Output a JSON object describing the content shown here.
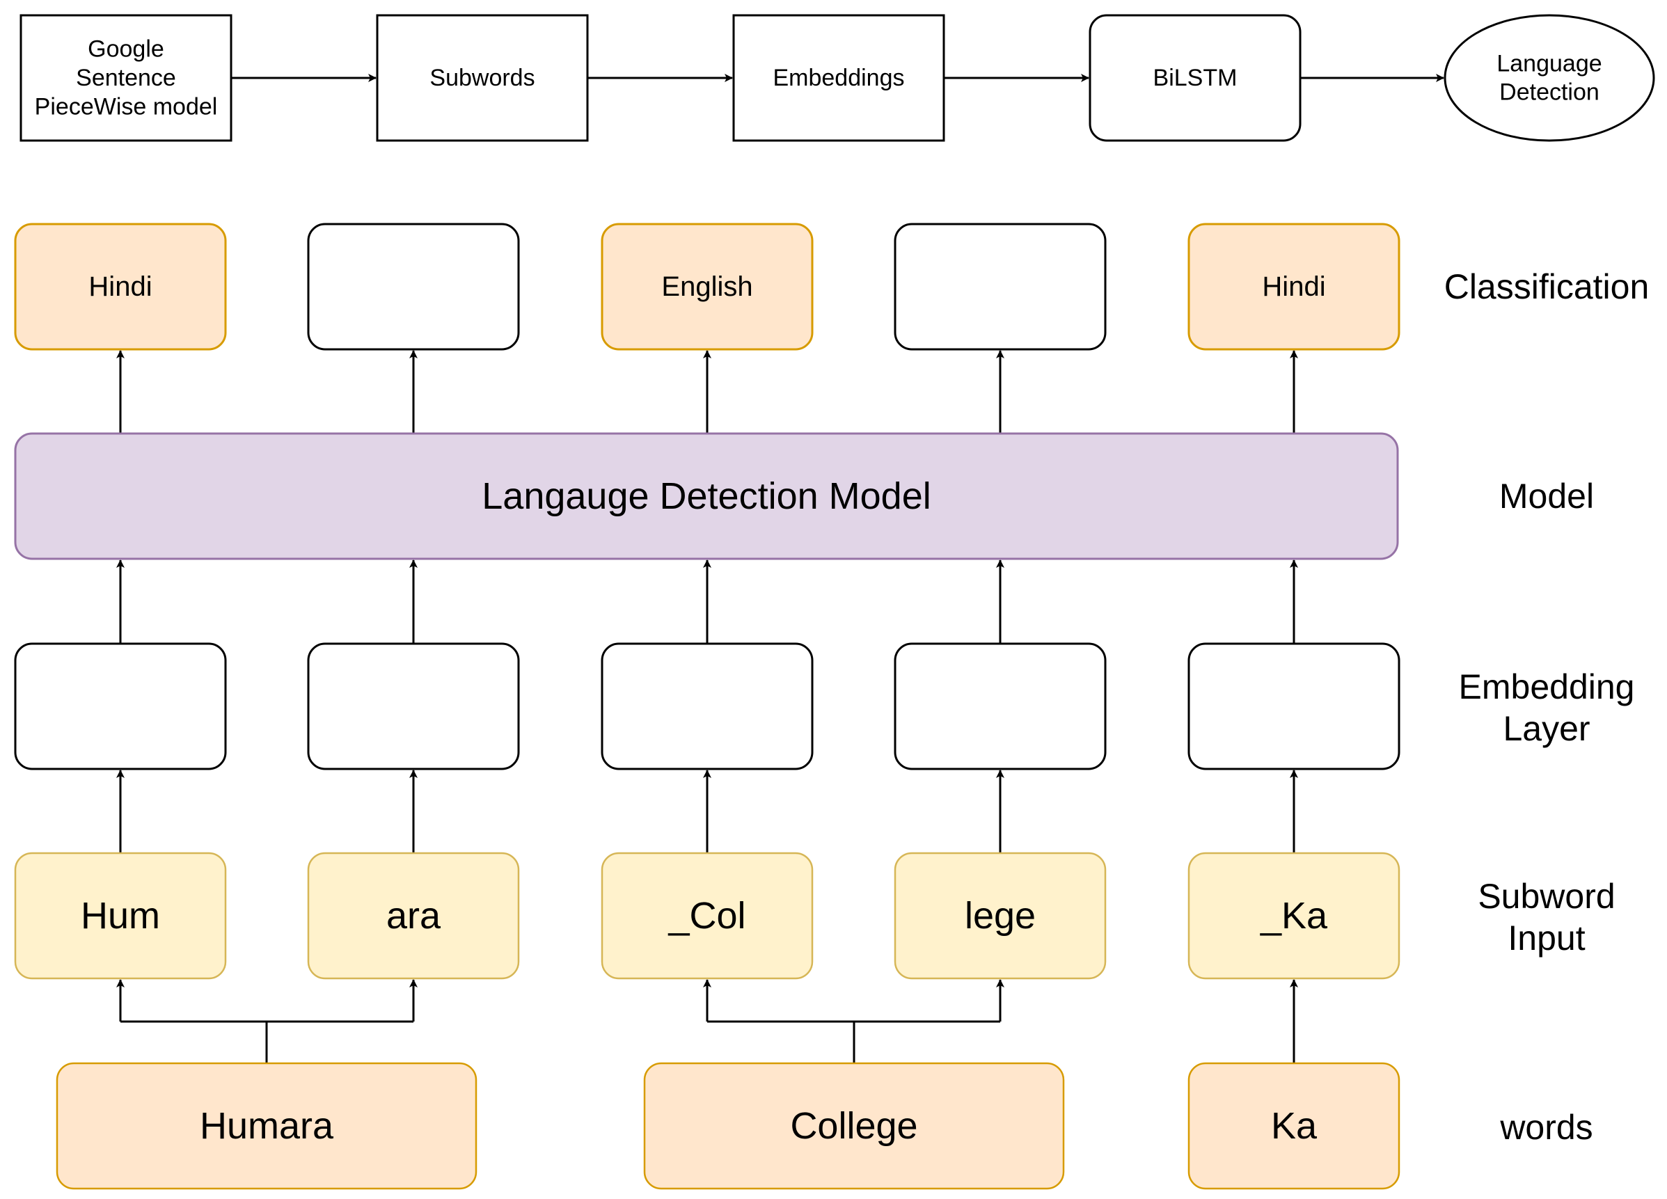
{
  "pipeline": {
    "steps": [
      {
        "id": "sentencepiece",
        "lines": [
          "Google",
          "Sentence",
          "PieceWise model"
        ],
        "shape": "rect"
      },
      {
        "id": "subwords",
        "lines": [
          "Subwords"
        ],
        "shape": "rect"
      },
      {
        "id": "embeddings",
        "lines": [
          "Embeddings"
        ],
        "shape": "rect"
      },
      {
        "id": "bilstm",
        "lines": [
          "BiLSTM"
        ],
        "shape": "rounded"
      },
      {
        "id": "language-detection",
        "lines": [
          "Language",
          "Detection"
        ],
        "shape": "ellipse"
      }
    ]
  },
  "layers": {
    "classification": {
      "label": [
        "Classification"
      ],
      "boxes": [
        "Hindi",
        "",
        "English",
        "",
        "Hindi"
      ]
    },
    "model": {
      "label": [
        "Model"
      ],
      "text": "Langauge Detection Model"
    },
    "embedding": {
      "label": [
        "Embedding",
        "Layer"
      ],
      "boxes": [
        "",
        "",
        "",
        "",
        ""
      ]
    },
    "subword_input": {
      "label": [
        "Subword",
        "Input"
      ],
      "boxes": [
        "Hum",
        "ara",
        "_Col",
        "lege",
        "_Ka"
      ]
    },
    "words": {
      "label": [
        "words"
      ],
      "boxes": [
        "Humara",
        "College",
        "Ka"
      ]
    }
  },
  "colors": {
    "orange_fill": "#ffe6cc",
    "orange_stroke": "#d79b00",
    "yellow_fill": "#fff2cc",
    "yellow_stroke": "#d6b656",
    "purple_fill": "#e1d5e7",
    "purple_stroke": "#9673a6",
    "line": "#000000"
  }
}
